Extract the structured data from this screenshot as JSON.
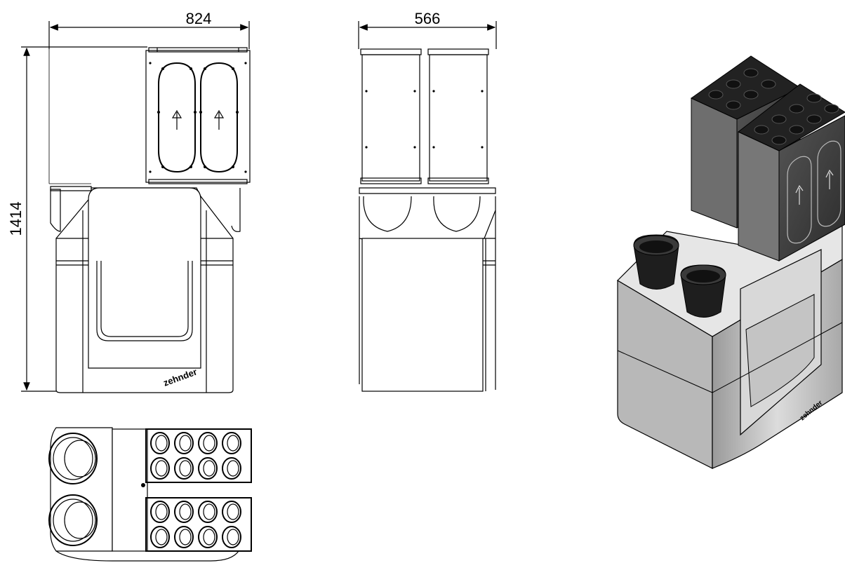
{
  "dimensions": {
    "front_width": "824",
    "side_width": "566",
    "height": "1414"
  },
  "brand": {
    "front_logo": "zehnder",
    "iso_logo": "zehnder"
  },
  "colors": {
    "line": "#000000",
    "background": "#ffffff",
    "iso_dark": "#3a3a3a",
    "iso_body": "#c8c8c8"
  }
}
